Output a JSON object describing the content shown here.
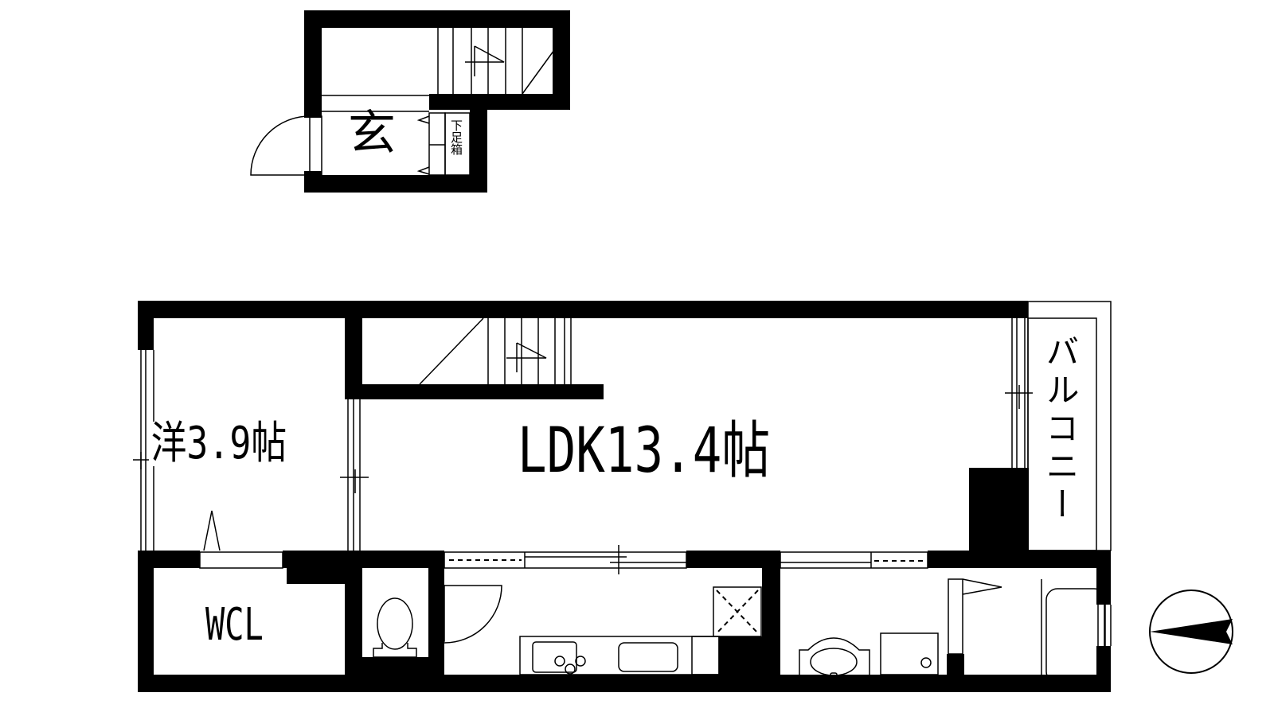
{
  "floor_plan": {
    "title": "Apartment floor plan",
    "upper_level": {
      "entrance": {
        "label": "玄"
      },
      "shoe_box": {
        "label": "下足箱"
      }
    },
    "lower_level": {
      "western_room": {
        "label": "洋3.9帖"
      },
      "ldk": {
        "label": "LDK13.4帖"
      },
      "balcony": {
        "label": "バルコニー"
      },
      "walk_in_closet": {
        "label": "WCL"
      },
      "toilet": {
        "label": ""
      },
      "kitchen": {
        "label": ""
      },
      "washroom": {
        "label": ""
      },
      "bathroom": {
        "label": ""
      }
    },
    "compass": {
      "icon": "north-arrow-icon",
      "direction": "west-pointing"
    },
    "colors": {
      "wall": "#000000",
      "background": "#ffffff"
    }
  }
}
